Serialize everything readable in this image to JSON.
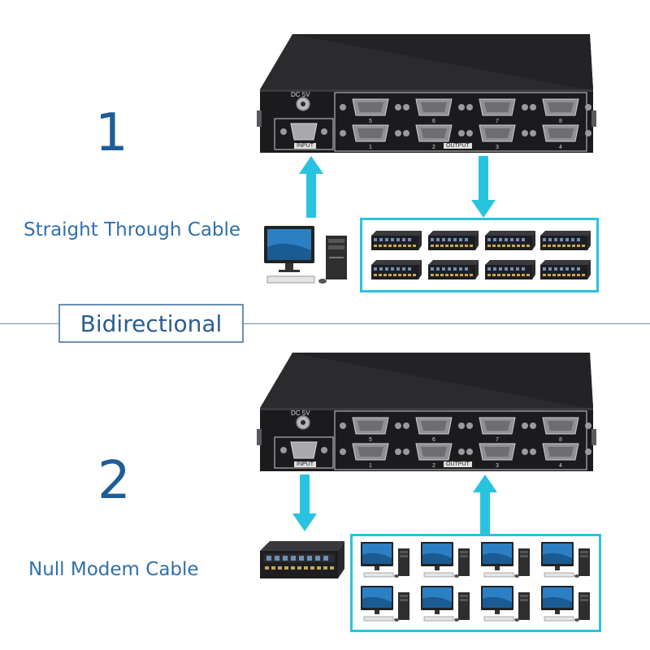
{
  "section1": {
    "number": "1",
    "cable_label": "Straight Through Cable"
  },
  "section2": {
    "number": "2",
    "cable_label": "Null Modem Cable"
  },
  "divider": {
    "label": "Bidirectional"
  },
  "device": {
    "power_label": "DC 5V",
    "input_label": "INPUT",
    "output_label": "OUTPUT",
    "port_numbers_top": [
      "5",
      "6",
      "7",
      "8"
    ],
    "port_numbers_bottom": [
      "1",
      "2",
      "3",
      "4"
    ]
  },
  "colors": {
    "accent_cyan": "#28c4df",
    "number_blue": "#1f5d96",
    "label_blue": "#2f70ad",
    "device_black": "#1b1b1d"
  }
}
